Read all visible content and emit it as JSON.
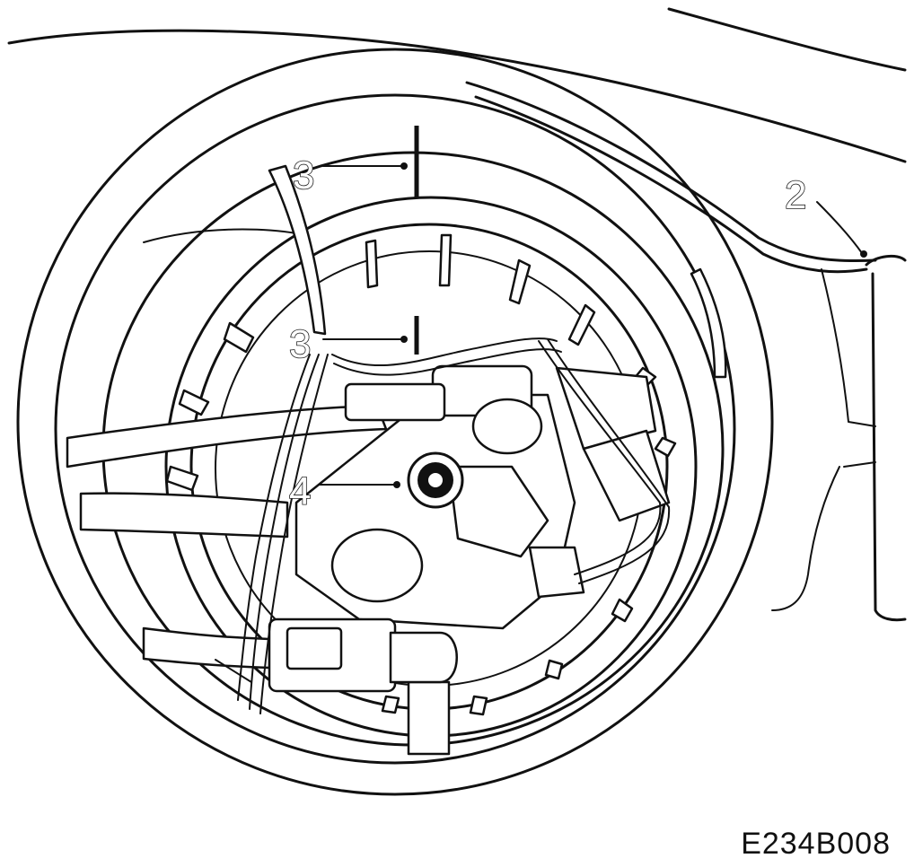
{
  "figure": {
    "code": "E234B008"
  },
  "callouts": [
    {
      "id": "callout-3-upper",
      "label": "3"
    },
    {
      "id": "callout-3-lower",
      "label": "3"
    },
    {
      "id": "callout-2",
      "label": "2"
    },
    {
      "id": "callout-4",
      "label": "4"
    }
  ]
}
